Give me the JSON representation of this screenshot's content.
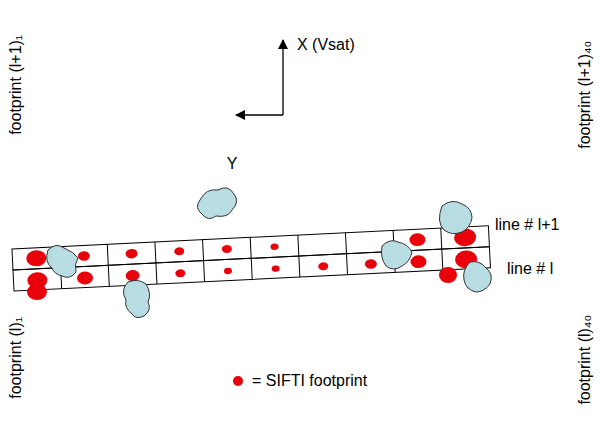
{
  "diagram": {
    "labels": [
      "X (Vsat)",
      "Y",
      "footprint (l+1)₁",
      "footprint (l+1)₄₀",
      "line # l+1",
      "line # l",
      "footprint (l)₁",
      "footprint (l)₄₀"
    ],
    "legend": [
      {
        "text": "= SIFTI footprint",
        "color": "#e8000b"
      }
    ]
  }
}
